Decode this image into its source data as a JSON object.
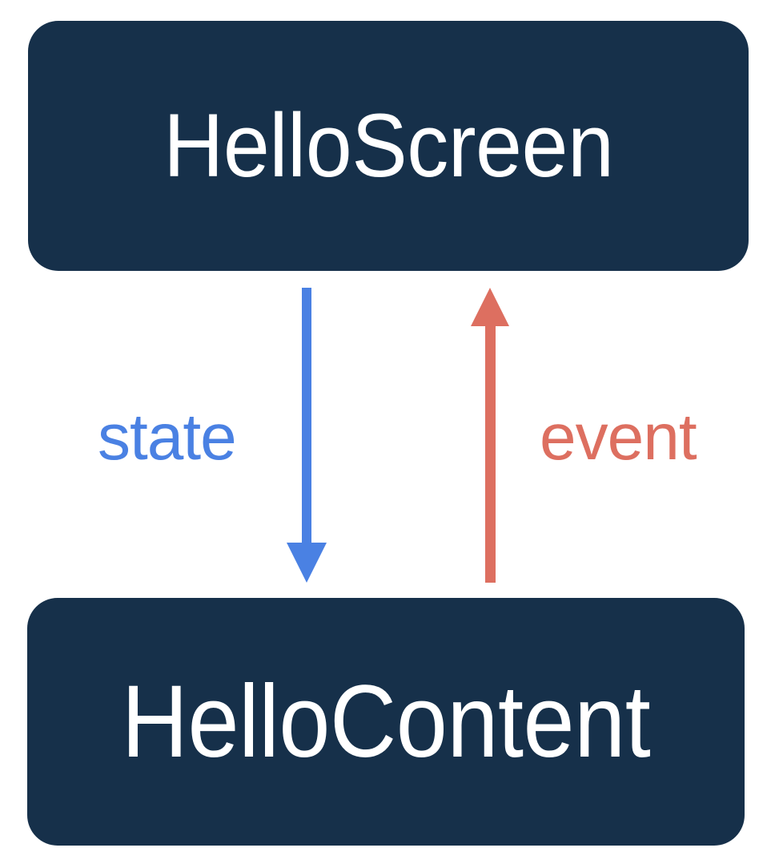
{
  "diagram": {
    "type": "flow-diagram",
    "background_color": "#ffffff",
    "nodes": [
      {
        "id": "hello-screen",
        "label": "HelloScreen",
        "fill_color": "#16304a",
        "text_color": "#ffffff"
      },
      {
        "id": "hello-content",
        "label": "HelloContent",
        "fill_color": "#16304a",
        "text_color": "#ffffff"
      }
    ],
    "edges": [
      {
        "id": "state-edge",
        "label": "state",
        "color": "#4a81e3",
        "direction": "down",
        "from": "hello-screen",
        "to": "hello-content"
      },
      {
        "id": "event-edge",
        "label": "event",
        "color": "#dd6f60",
        "direction": "up",
        "from": "hello-content",
        "to": "hello-screen"
      }
    ]
  }
}
